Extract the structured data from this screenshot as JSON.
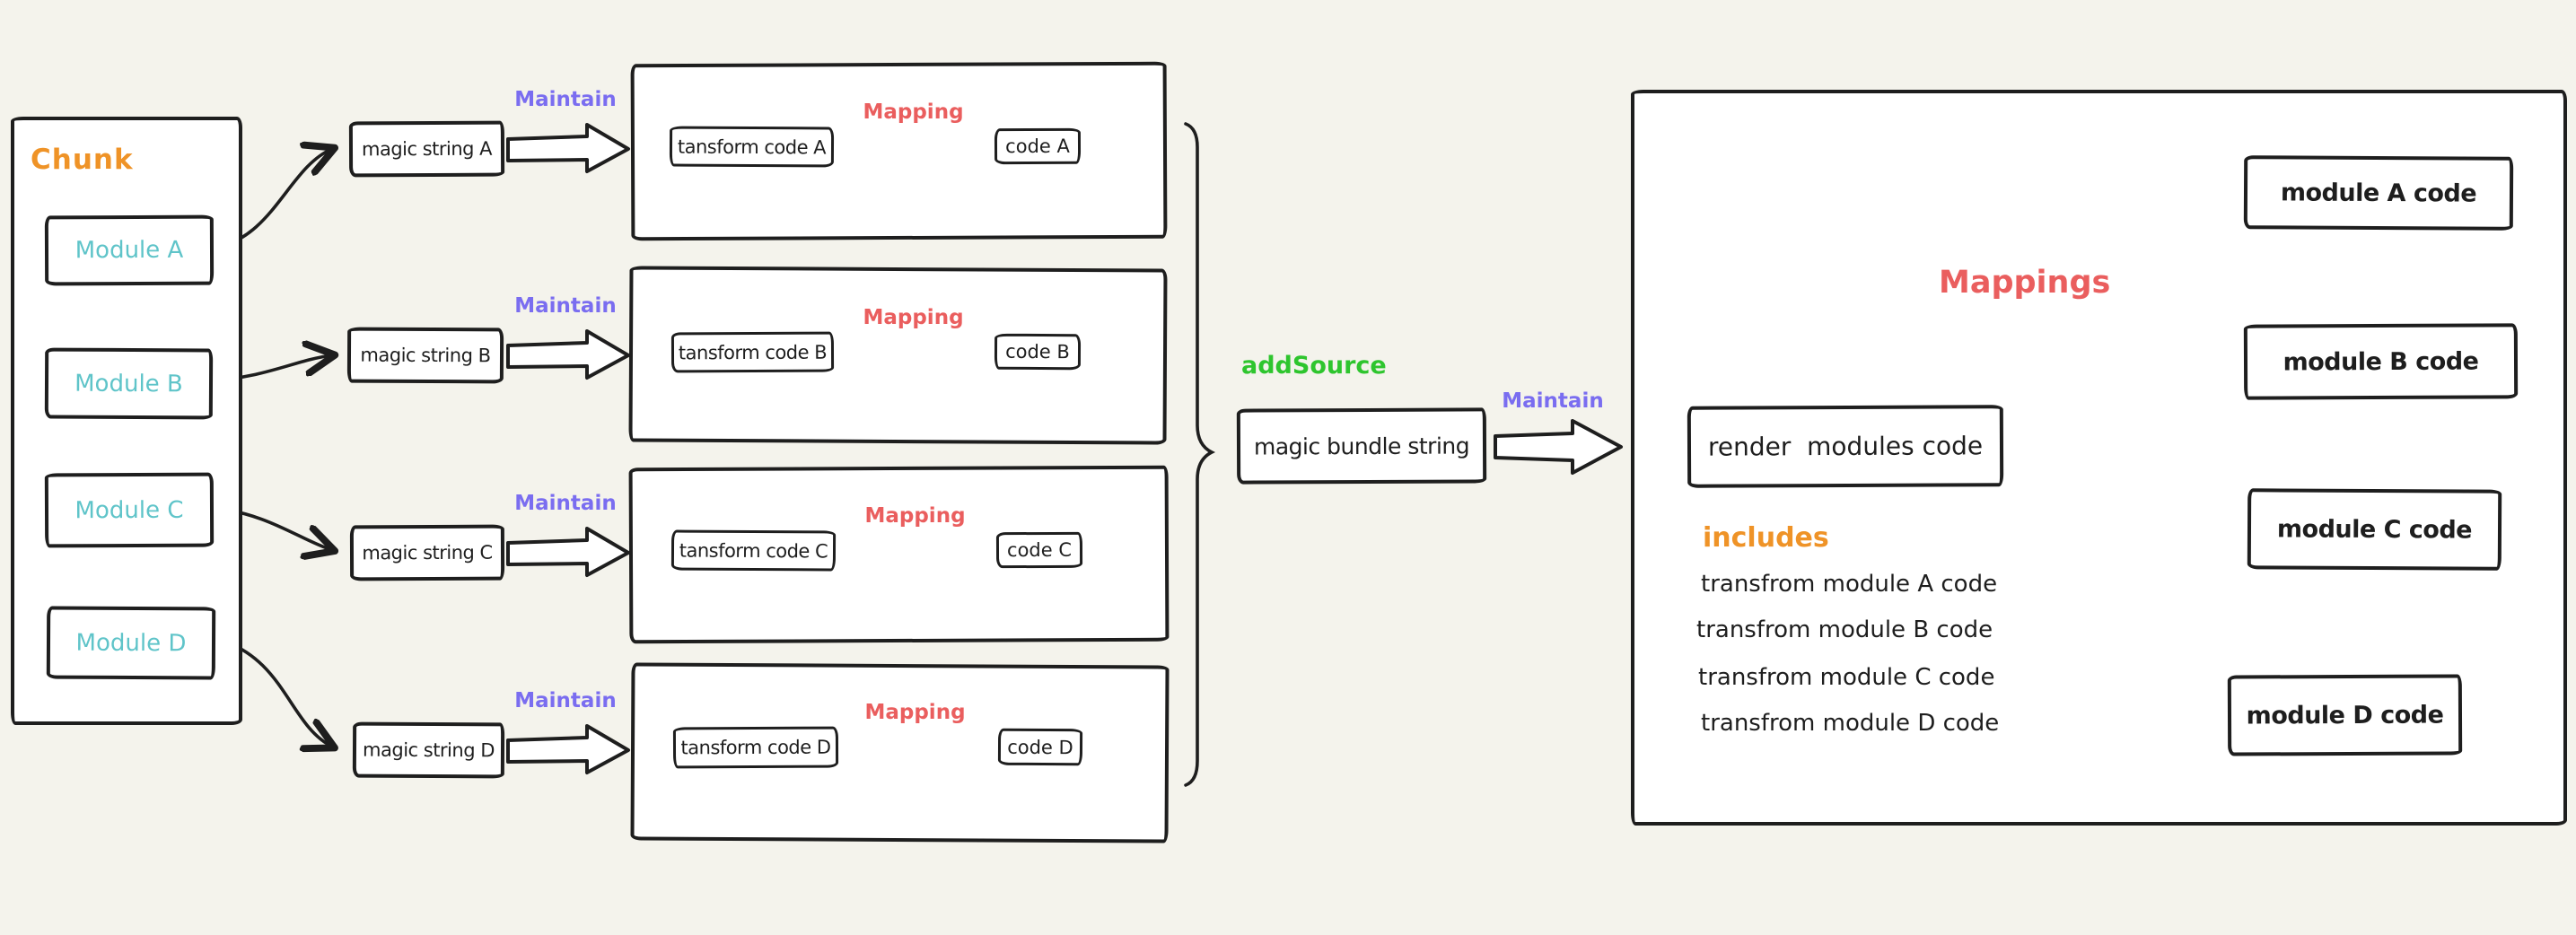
{
  "colors": {
    "background": "#f4f3ec",
    "ink": "#1e1e1e",
    "box_fill": "#ffffff",
    "orange": "#ef9327",
    "teal": "#5fc4c9",
    "purple": "#7a6df0",
    "red": "#ea5e5e",
    "green": "#2ec52e"
  },
  "chunk": {
    "title": "Chunk",
    "modules": [
      {
        "label": "Module A"
      },
      {
        "label": "Module B"
      },
      {
        "label": "Module C"
      },
      {
        "label": "Module D"
      }
    ]
  },
  "magic_strings": {
    "maintain_label": "Maintain",
    "items": [
      {
        "label": "magic string A"
      },
      {
        "label": "magic string B"
      },
      {
        "label": "magic string C"
      },
      {
        "label": "magic string D"
      }
    ]
  },
  "mapping_panels": {
    "mapping_label": "Mapping",
    "rows": [
      {
        "transform": "tansform code A",
        "code": "code A"
      },
      {
        "transform": "tansform code B",
        "code": "code B"
      },
      {
        "transform": "tansform code C",
        "code": "code C"
      },
      {
        "transform": "tansform code D",
        "code": "code D"
      }
    ]
  },
  "bundle": {
    "add_source_label": "addSource",
    "label": "magic bundle string",
    "maintain_label": "Maintain"
  },
  "output_panel": {
    "mappings_label": "Mappings",
    "render_label": "render  modules code",
    "includes_label": "includes",
    "includes_items": [
      "transfrom module A code",
      "transfrom module B code",
      "transfrom module C code",
      "transfrom module D code"
    ],
    "module_boxes": [
      {
        "label": "module A code"
      },
      {
        "label": "module B code"
      },
      {
        "label": "module C code"
      },
      {
        "label": "module D code"
      }
    ]
  }
}
